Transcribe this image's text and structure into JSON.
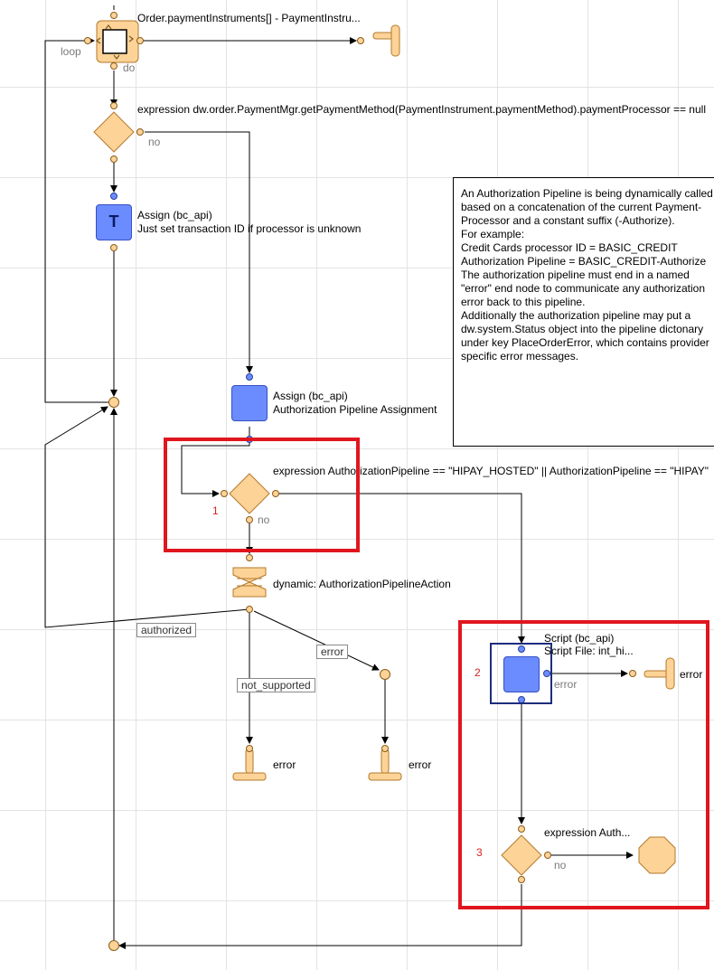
{
  "loop_node": {
    "title": "Order.paymentInstruments[] - PaymentInstru...",
    "loop_label": "loop",
    "do_label": "do"
  },
  "decision_processor": {
    "expression": "expression dw.order.PaymentMgr.getPaymentMethod(PaymentInstrument.paymentMethod).paymentProcessor == null",
    "no_label": "no"
  },
  "assign_transaction": {
    "icon_letter": "T",
    "title": "Assign (bc_api)",
    "description": "Just set transaction ID if processor is unknown"
  },
  "assign_pipeline": {
    "title": "Assign (bc_api)",
    "description": "Authorization Pipeline Assignment"
  },
  "note": {
    "lines": [
      "An Authorization Pipeline is being dynamically called",
      "based on a concatenation of the current Payment-",
      "Processor and a constant suffix (-Authorize).",
      "For example:",
      "Credit Cards processor ID = BASIC_CREDIT",
      "Authorization Pipeline = BASIC_CREDIT-Authorize",
      "The authorization pipeline must end in a named",
      "\"error\" end node to communicate any authorization",
      "error back to this pipeline.",
      "Additionally the authorization pipeline may put a",
      "dw.system.Status object into the pipeline dictonary",
      "under key PlaceOrderError, which contains provider",
      "specific error messages."
    ]
  },
  "decision_hipay": {
    "expression": "expression AuthorizationPipeline == \"HIPAY_HOSTED\" || AuthorizationPipeline == \"HIPAY\"",
    "no_label": "no",
    "marker": "1"
  },
  "dynamic_call": {
    "label": "dynamic: AuthorizationPipelineAction",
    "transitions": {
      "authorized": "authorized",
      "error": "error",
      "not_supported": "not_supported"
    }
  },
  "end_nodes": {
    "not_supported_end": "error",
    "error_end": "error",
    "script_error_end": "error"
  },
  "script_node": {
    "title": "Script (bc_api)",
    "file": "Script File: int_hi...",
    "error_label": "error",
    "marker": "2"
  },
  "decision_auth": {
    "expression": "expression Auth...",
    "no_label": "no",
    "marker": "3"
  },
  "colors": {
    "node_orange": "#fdd397",
    "node_orange_border": "#b37a2c",
    "node_blue": "#6b8cff",
    "highlight_red": "#e0161f",
    "marker_red": "#d42020"
  }
}
